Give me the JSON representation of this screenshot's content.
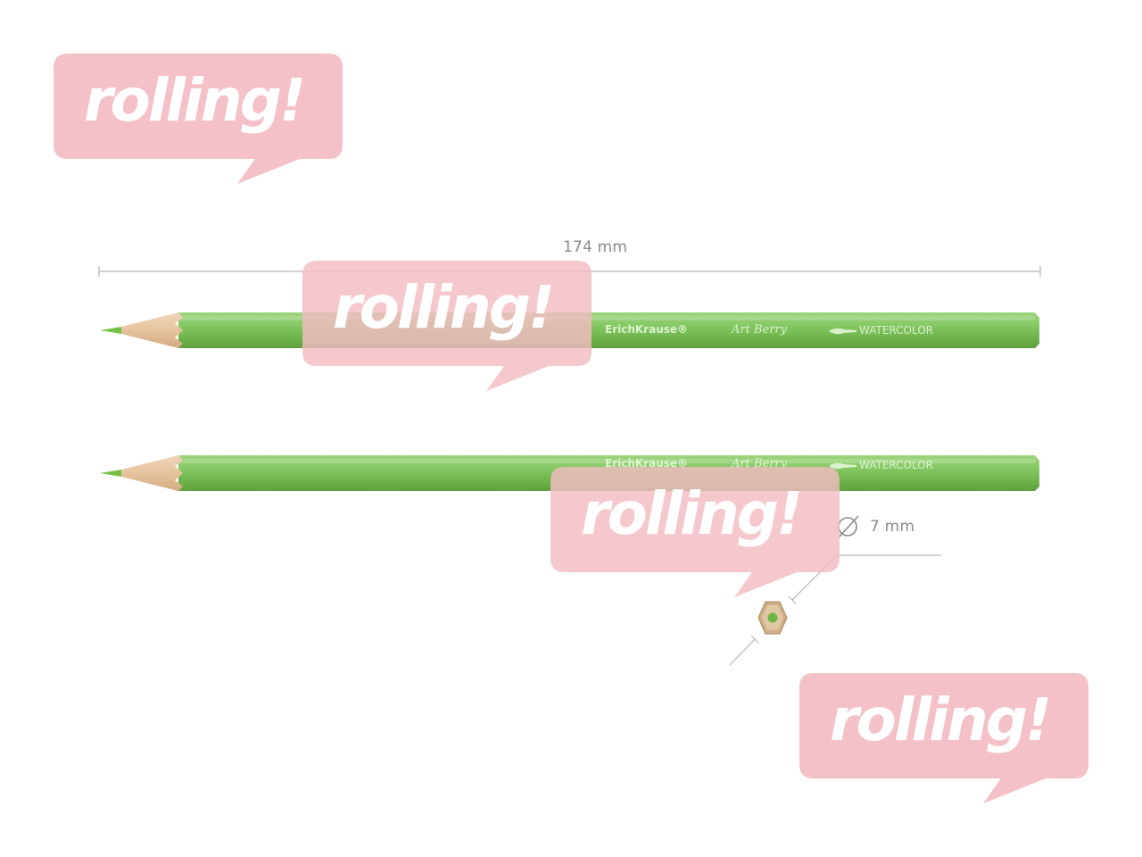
{
  "dimensions": {
    "length_label": "174 mm",
    "diameter_label": "7 mm",
    "diameter_icon": "diameter-symbol-icon"
  },
  "pencils": [
    {
      "brand": "ErichKrause®",
      "series": "Art Berry",
      "line": "WATERCOLOR"
    },
    {
      "brand": "ErichKrause®",
      "series": "Art Berry",
      "line": "WATERCOLOR"
    }
  ],
  "watermark": {
    "text": "rolling!",
    "color": "#f2bcc2"
  },
  "colors": {
    "pencil_body": "#7cc25a",
    "pencil_highlight": "#a5d98a",
    "wood": "#e9c9a6",
    "lead": "#74c043",
    "dimension_line": "#b5b5b5"
  }
}
